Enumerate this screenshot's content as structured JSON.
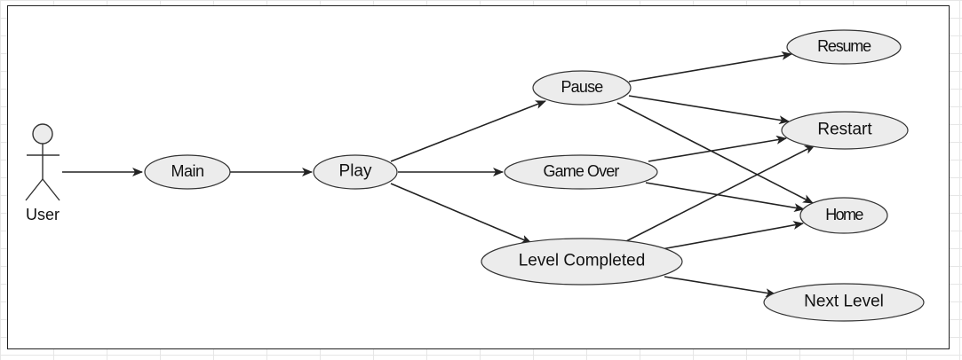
{
  "diagram": {
    "actor": {
      "label": "User"
    },
    "usecases": {
      "main": "Main",
      "play": "Play",
      "pause": "Pause",
      "game_over": "Game Over",
      "level_completed": "Level Completed",
      "resume": "Resume",
      "restart": "Restart",
      "home": "Home",
      "next_level": "Next Level"
    },
    "relations": [
      {
        "from": "User",
        "to": "Main"
      },
      {
        "from": "Main",
        "to": "Play"
      },
      {
        "from": "Play",
        "to": "Pause"
      },
      {
        "from": "Play",
        "to": "Game Over"
      },
      {
        "from": "Play",
        "to": "Level Completed"
      },
      {
        "from": "Pause",
        "to": "Resume"
      },
      {
        "from": "Pause",
        "to": "Restart"
      },
      {
        "from": "Pause",
        "to": "Home"
      },
      {
        "from": "Game Over",
        "to": "Restart"
      },
      {
        "from": "Game Over",
        "to": "Home"
      },
      {
        "from": "Level Completed",
        "to": "Restart"
      },
      {
        "from": "Level Completed",
        "to": "Home"
      },
      {
        "from": "Level Completed",
        "to": "Next Level"
      }
    ],
    "colors": {
      "node_fill": "#ececec",
      "node_stroke": "#333333",
      "edge": "#222222"
    }
  }
}
